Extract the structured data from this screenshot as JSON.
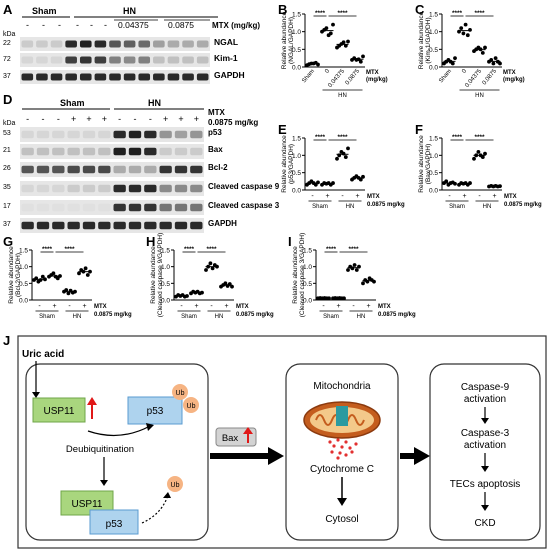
{
  "panel_letters": [
    "A",
    "B",
    "C",
    "D",
    "E",
    "F",
    "G",
    "H",
    "I",
    "J"
  ],
  "panel_a": {
    "groups": [
      "Sham",
      "HN"
    ],
    "mtx_doses": [
      "0.04375",
      "0.0875"
    ],
    "mtx_label": "MTX (mg/kg)",
    "kda_label": "kDa",
    "markers": [
      "22",
      "72",
      "37"
    ],
    "bands": [
      "NGAL",
      "Kim-1",
      "GAPDH"
    ],
    "dash": "-"
  },
  "panel_d": {
    "groups": [
      "Sham",
      "HN"
    ],
    "mtx_label": "MTX",
    "mtx_dose": "0.0875 mg/kg",
    "kda_label": "kDa",
    "mtx_row": [
      "-",
      "-",
      "-",
      "+",
      "+",
      "+",
      "-",
      "-",
      "-",
      "+",
      "+",
      "+"
    ],
    "markers": [
      "53",
      "21",
      "26",
      "35",
      "17",
      "37"
    ],
    "bands": [
      "p53",
      "Bax",
      "Bcl-2",
      "Cleaved caspase 9",
      "Cleaved caspase 3",
      "GAPDH"
    ]
  },
  "sig": "****",
  "chart_data": [
    {
      "panel": "B",
      "type": "scatter",
      "ylabel": "Relative abundance (NGAL/GAPDH)",
      "ylim": [
        0,
        1.5
      ],
      "yticks": [
        "0.0",
        "0.5",
        "1.0",
        "1.5"
      ],
      "categories": [
        "Sham",
        "0",
        "0.04375",
        "0.0875"
      ],
      "group_label": "HN",
      "mtx_label": "MTX (mg/kg)",
      "values": [
        [
          0.05,
          0.08,
          0.1,
          0.1,
          0.12,
          0.07
        ],
        [
          1.0,
          1.05,
          1.1,
          0.9,
          0.95,
          1.2
        ],
        [
          0.55,
          0.6,
          0.65,
          0.7,
          0.6,
          0.72
        ],
        [
          0.2,
          0.25,
          0.2,
          0.22,
          0.15,
          0.3
        ]
      ],
      "means": [
        0.09,
        1.03,
        0.64,
        0.22
      ]
    },
    {
      "panel": "C",
      "type": "scatter",
      "ylabel": "Relative abundance (Kim-1/GAPDH)",
      "ylim": [
        0,
        1.5
      ],
      "yticks": [
        "0.0",
        "0.5",
        "1.0",
        "1.5"
      ],
      "categories": [
        "Sham",
        "0",
        "0.04375",
        "0.0875"
      ],
      "group_label": "HN",
      "mtx_label": "MTX (mg/kg)",
      "values": [
        [
          0.1,
          0.15,
          0.2,
          0.15,
          0.1,
          0.25
        ],
        [
          1.0,
          1.1,
          0.95,
          1.2,
          0.9,
          1.05
        ],
        [
          0.45,
          0.5,
          0.55,
          0.5,
          0.4,
          0.55
        ],
        [
          0.15,
          0.2,
          0.1,
          0.25,
          0.15,
          0.1
        ]
      ],
      "means": [
        0.16,
        1.03,
        0.49,
        0.16
      ]
    },
    {
      "panel": "E",
      "type": "scatter",
      "ylabel": "Relative abundance (p53/GAPDH)",
      "ylim": [
        0,
        1.5
      ],
      "yticks": [
        "0.0",
        "0.5",
        "1.0",
        "1.5"
      ],
      "signs": [
        "-",
        "+",
        "-",
        "+"
      ],
      "groups": [
        "Sham",
        "HN"
      ],
      "mtx_label": "MTX",
      "dose_label": "0.0875 mg/kg",
      "values": [
        [
          0.15,
          0.2,
          0.25,
          0.2,
          0.15,
          0.22
        ],
        [
          0.15,
          0.2,
          0.18,
          0.2,
          0.15,
          0.2
        ],
        [
          0.9,
          1.0,
          1.1,
          1.05,
          0.95,
          1.2
        ],
        [
          0.3,
          0.35,
          0.4,
          0.35,
          0.3,
          0.38
        ]
      ],
      "means": [
        0.2,
        0.18,
        1.03,
        0.35
      ]
    },
    {
      "panel": "F",
      "type": "scatter",
      "ylabel": "Relative abundance (Bax/GAPDH)",
      "ylim": [
        0,
        1.5
      ],
      "yticks": [
        "0.0",
        "0.5",
        "1.0",
        "1.5"
      ],
      "signs": [
        "-",
        "+",
        "-",
        "+"
      ],
      "groups": [
        "Sham",
        "HN"
      ],
      "mtx_label": "MTX",
      "dose_label": "0.0875 mg/kg",
      "values": [
        [
          0.2,
          0.25,
          0.15,
          0.2,
          0.22,
          0.18
        ],
        [
          0.15,
          0.2,
          0.18,
          0.2,
          0.15,
          0.2
        ],
        [
          0.9,
          1.0,
          1.1,
          1.0,
          0.95,
          1.05
        ],
        [
          0.1,
          0.12,
          0.1,
          0.12,
          0.1,
          0.11
        ]
      ],
      "means": [
        0.2,
        0.18,
        1.0,
        0.11
      ]
    },
    {
      "panel": "G",
      "type": "scatter",
      "ylabel": "Relative abundance (Bcl-2/GAPDH)",
      "ylim": [
        0,
        1.5
      ],
      "yticks": [
        "0.0",
        "0.5",
        "1.0",
        "1.5"
      ],
      "signs": [
        "-",
        "+",
        "-",
        "+"
      ],
      "groups": [
        "Sham",
        "HN"
      ],
      "mtx_label": "MTX",
      "dose_label": "0.0875 mg/kg",
      "values": [
        [
          0.6,
          0.65,
          0.55,
          0.6,
          0.7,
          0.62
        ],
        [
          0.7,
          0.75,
          0.8,
          0.7,
          0.65,
          0.72
        ],
        [
          0.25,
          0.3,
          0.2,
          0.28,
          0.22,
          0.25
        ],
        [
          0.8,
          0.9,
          0.85,
          0.95,
          0.75,
          0.85
        ]
      ],
      "means": [
        0.62,
        0.72,
        0.25,
        0.85
      ]
    },
    {
      "panel": "H",
      "type": "scatter",
      "ylabel": "Relative abundance (Cleaved caspase 9/GAPDH)",
      "ylim": [
        0,
        1.5
      ],
      "yticks": [
        "0.0",
        "0.5",
        "1.0",
        "1.5"
      ],
      "signs": [
        "-",
        "+",
        "-",
        "+"
      ],
      "groups": [
        "Sham",
        "HN"
      ],
      "mtx_label": "MTX",
      "dose_label": "0.0875 mg/kg",
      "values": [
        [
          0.1,
          0.15,
          0.12,
          0.15,
          0.1,
          0.12
        ],
        [
          0.2,
          0.25,
          0.22,
          0.25,
          0.2,
          0.22
        ],
        [
          0.9,
          1.0,
          1.1,
          0.95,
          1.05,
          1.0
        ],
        [
          0.4,
          0.45,
          0.5,
          0.42,
          0.48,
          0.4
        ]
      ],
      "means": [
        0.12,
        0.22,
        1.0,
        0.44
      ]
    },
    {
      "panel": "I",
      "type": "scatter",
      "ylabel": "Relative abundance (Cleaved caspase 3/GAPDH)",
      "ylim": [
        0,
        1.5
      ],
      "yticks": [
        "0.0",
        "0.5",
        "1.0",
        "1.5"
      ],
      "signs": [
        "-",
        "+",
        "-",
        "+"
      ],
      "groups": [
        "Sham",
        "HN"
      ],
      "mtx_label": "MTX",
      "dose_label": "0.0875 mg/kg",
      "values": [
        [
          0.05,
          0.06,
          0.05,
          0.06,
          0.05,
          0.05
        ],
        [
          0.05,
          0.06,
          0.05,
          0.06,
          0.05,
          0.05
        ],
        [
          0.9,
          1.0,
          0.95,
          1.05,
          0.9,
          1.0
        ],
        [
          0.5,
          0.6,
          0.55,
          0.65,
          0.6,
          0.55
        ]
      ],
      "means": [
        0.05,
        0.05,
        0.97,
        0.58
      ]
    }
  ],
  "panel_j": {
    "uric_acid": "Uric acid",
    "usp11": "USP11",
    "p53": "p53",
    "ub": "Ub",
    "deubiquitination": "Deubiquitination",
    "bax": "Bax",
    "mito_title": "Mitochondria",
    "cytochrome": "Cytochrome C",
    "cytosol": "Cytosol",
    "casp9a": "Caspase-9",
    "casp9b": "activation",
    "casp3a": "Caspase-3",
    "casp3b": "activation",
    "tecs": "TECs apoptosis",
    "ckd": "CKD"
  }
}
